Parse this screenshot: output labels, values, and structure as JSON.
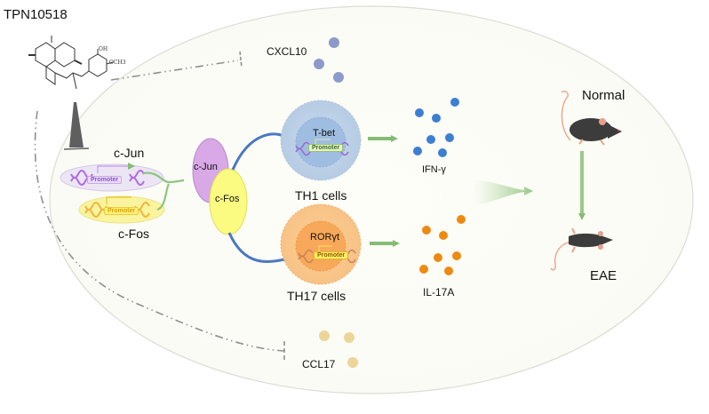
{
  "title": "TPN10518",
  "compound": {
    "name": "TPN10518",
    "substituents": [
      "OH",
      "OCH3"
    ]
  },
  "chemokines": {
    "cxcl10": {
      "label": "CXCL10",
      "color": "#8c9bcc"
    },
    "ccl17": {
      "label": "CCL17",
      "color": "#ecd596"
    }
  },
  "genes": {
    "cjun": {
      "label": "c-Jun",
      "promoter": "Promoter",
      "color": "#b87fe0"
    },
    "cfos": {
      "label": "c-Fos",
      "promoter": "Promoter",
      "color": "#f2cf35"
    }
  },
  "ap1_complex": {
    "cjun_label": "c-Jun",
    "cfos_label": "c-Fos"
  },
  "cells": {
    "th1": {
      "label": "TH1 cells",
      "tf": "T-bet",
      "promoter": "Promoter",
      "color": "#a9c4e0"
    },
    "th17": {
      "label": "TH17 cells",
      "tf": "RORγt",
      "promoter": "Promoter",
      "color": "#f7b977"
    }
  },
  "cytokines": {
    "ifng": {
      "label": "IFN-γ",
      "color": "#3b7fd3",
      "count": 7
    },
    "il17a": {
      "label": "IL-17A",
      "color": "#ee8a12",
      "count": 7
    }
  },
  "outcomes": {
    "normal": {
      "label": "Normal"
    },
    "eae": {
      "label": "EAE"
    }
  },
  "colors": {
    "arrow_blue": "#4a78c2",
    "arrow_green": "#8dc47c",
    "inhibit_line": "#8f8f8f",
    "cell_bg": "#fdfdf8"
  }
}
